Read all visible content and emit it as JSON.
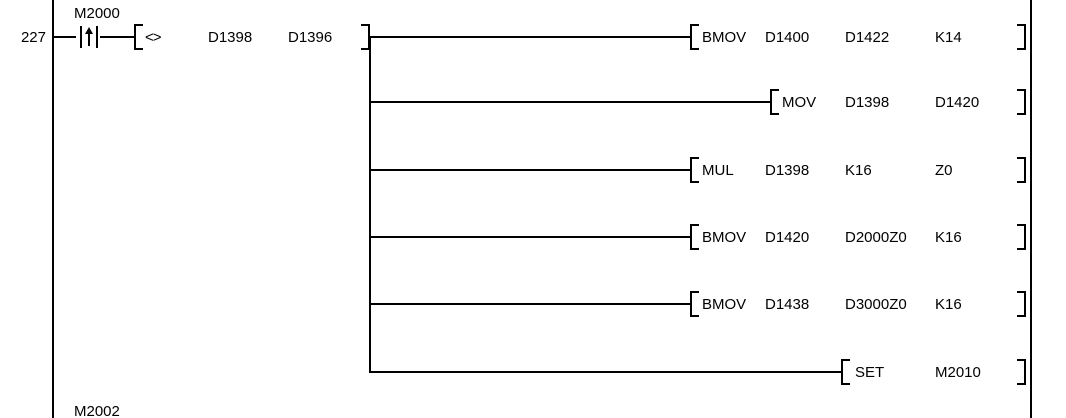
{
  "rung": {
    "step_number": "227",
    "input": {
      "contact_type": "rising-edge",
      "device": "M2000",
      "compare_operator": "<>",
      "compare_operand_1": "D1398",
      "compare_operand_2": "D1396"
    },
    "outputs": [
      {
        "instruction": "BMOV",
        "op1": "D1400",
        "op2": "D1422",
        "op3": "K14"
      },
      {
        "instruction": "MOV",
        "op1": "D1398",
        "op2": "D1420",
        "op3": ""
      },
      {
        "instruction": "MUL",
        "op1": "D1398",
        "op2": "K16",
        "op3": "Z0"
      },
      {
        "instruction": "BMOV",
        "op1": "D1420",
        "op2": "D2000Z0",
        "op3": "K16"
      },
      {
        "instruction": "BMOV",
        "op1": "D1438",
        "op2": "D3000Z0",
        "op3": "K16"
      },
      {
        "instruction": "SET",
        "op1": "M2010",
        "op2": "",
        "op3": ""
      }
    ]
  },
  "next_rung": {
    "device": "M2002"
  },
  "colors": {
    "line": "#000000",
    "text": "#000000",
    "background": "#ffffff"
  }
}
